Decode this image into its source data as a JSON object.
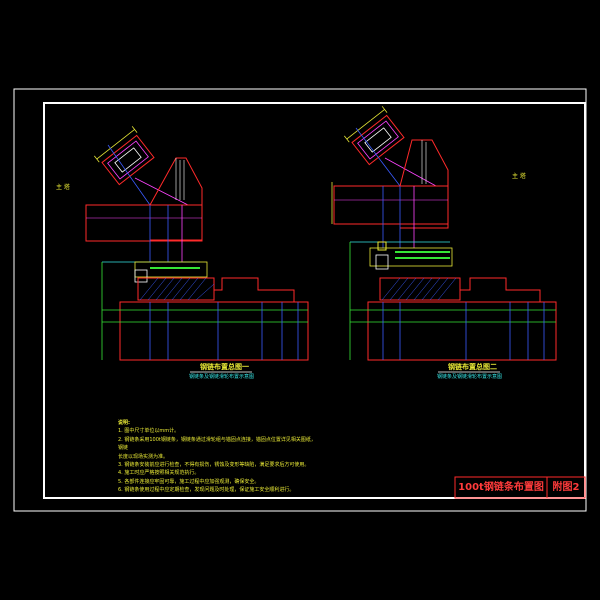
{
  "drawing": {
    "title_block": {
      "title": "100t钢链条布置图",
      "code": "附图2"
    },
    "views": [
      {
        "caption": "钢链布置总图一",
        "sub_caption": "钢链条及钢链滑轮布置示意图",
        "side_label": "主 塔"
      },
      {
        "caption": "钢链布置总图二",
        "sub_caption": "钢链条及钢链滑轮布置示意图",
        "side_label": "主 塔"
      }
    ],
    "notes": {
      "heading": "说明:",
      "lines": [
        "1. 图中尺寸单位以mm计。",
        "2. 钢链条采用100t钢链条，钢链条通过滑轮组与锚固点连接，锚固点位置详见相关图纸，钢链",
        "   长度以现场实测为准。",
        "3. 钢链条安装前应进行检查，不得有损伤，锈蚀及变形等缺陷，满足要求后方可使用。",
        "4. 施工时应严格按照相关规范执行。",
        "5. 各部件连接应牢固可靠，施工过程中应加强观测，确保安全。",
        "6. 钢链条使用过程中应定期检查，发现问题及时处理，保证施工安全顺利进行。"
      ]
    },
    "colors": {
      "frame": "#ffffff",
      "red": "#ff2a2a",
      "cyan": "#37e6e6",
      "blue": "#3a5bff",
      "yellow": "#e9e936",
      "green": "#36e636",
      "magenta": "#ff44ff"
    }
  }
}
